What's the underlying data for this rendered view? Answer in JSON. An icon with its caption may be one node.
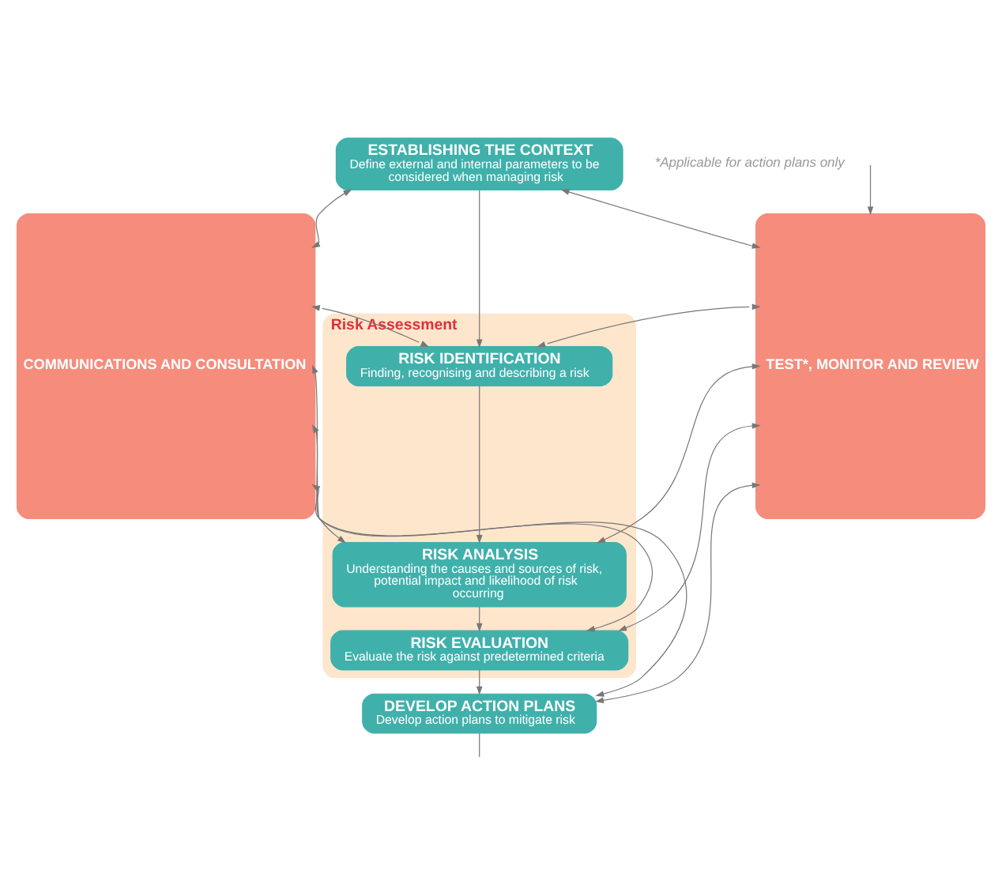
{
  "diagram": {
    "nodes": [
      {
        "text": [
          "COMMUNICATIONS AND CONSULTATION"
        ]
      },
      {
        "text": [
          "ESTABLISHING THE CONTEXT",
          "Define external and internal parameters to be considered when managing risk"
        ]
      },
      {
        "text": [
          "Risk Assessment"
        ]
      },
      {
        "text": [
          "RISK IDENTIFICATION",
          "Finding, recognising and describing a risk"
        ],
        "in": 2
      },
      {
        "text": [
          "RISK ANALYSIS",
          "Understanding the causes and sources of risk, potential impact and likelihood of risk occurring"
        ],
        "in": 2
      },
      {
        "text": [
          "RISK EVALUATION",
          "Evaluate the risk against predetermined criteria"
        ],
        "in": 2
      },
      {
        "text": [
          "DEVELOP ACTION PLANS",
          "Develop action plans to mitigate risk"
        ]
      },
      {
        "text": [
          "TEST*, MONITOR AND REVIEW"
        ]
      }
    ],
    "edges": [
      {
        "from": 1,
        "to": 3,
        "arrow": "to"
      },
      {
        "from": 3,
        "to": 4,
        "arrow": "to"
      },
      {
        "from": 4,
        "to": 5,
        "arrow": "to"
      },
      {
        "from": 5,
        "to": 6,
        "arrow": "to"
      },
      {
        "from": 6,
        "to": null,
        "arrow": "none"
      },
      {
        "from": null,
        "to": 7,
        "arrow": "to"
      },
      {
        "from": 0,
        "to": 1,
        "arrow": "both"
      },
      {
        "from": 0,
        "to": 3,
        "arrow": "both"
      },
      {
        "from": 0,
        "to": 4,
        "arrow": "both"
      },
      {
        "from": 0,
        "to": 5,
        "arrow": "both"
      },
      {
        "from": 0,
        "to": 6,
        "arrow": "both"
      },
      {
        "from": 1,
        "to": 7,
        "arrow": "both"
      },
      {
        "from": 3,
        "to": 7,
        "arrow": "both"
      },
      {
        "from": 4,
        "to": 7,
        "arrow": "both"
      },
      {
        "from": 5,
        "to": 7,
        "arrow": "both"
      },
      {
        "from": 6,
        "to": 7,
        "arrow": "both"
      }
    ],
    "labels": [
      "*Applicable for action plans only"
    ]
  }
}
